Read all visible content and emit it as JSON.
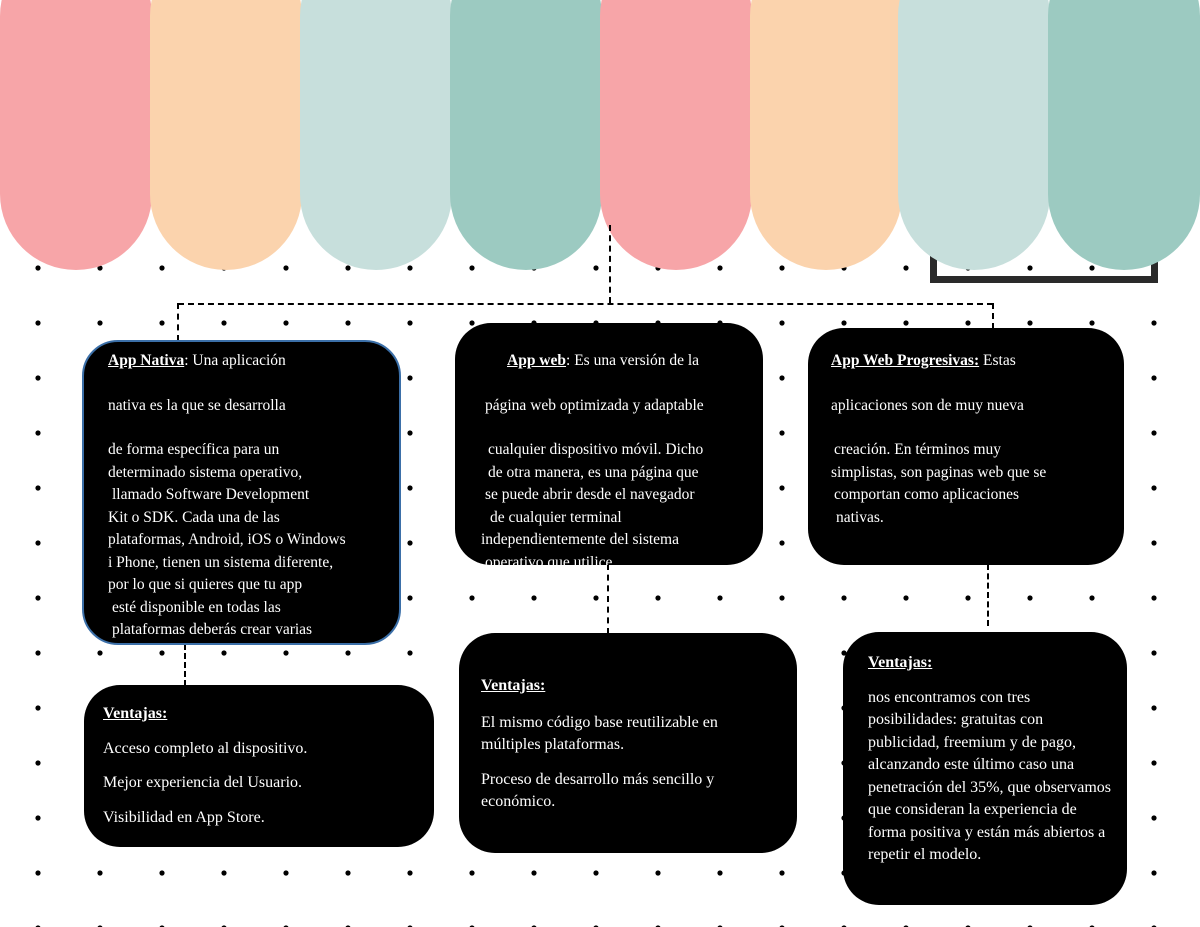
{
  "colors": {
    "pink": "#f7a5a8",
    "peach": "#fbd3ad",
    "light_teal": "#c7dfdc",
    "teal": "#9ccac1",
    "box": "#000000",
    "border": "#3b6fa8"
  },
  "pills": [
    "#f7a5a8",
    "#fbd3ad",
    "#c7dfdc",
    "#9ccac1",
    "#f7a5a8",
    "#fbd3ad",
    "#c7dfdc",
    "#9ccac1"
  ],
  "nativa": {
    "title": "App Nativa",
    "lines": [
      ": Una aplicación",
      "nativa es la que se desarrolla",
      "de forma específica para un",
      "determinado sistema operativo,",
      "llamado Software Development",
      "Kit o SDK. Cada una de las",
      "plataformas, Android, iOS o Windows",
      "i Phone, tienen un sistema diferente,",
      "por lo que si quieres que tu app",
      "esté disponible en todas las",
      "plataformas deberás crear varias"
    ]
  },
  "nativa_ventajas": {
    "title": "Ventajas:",
    "items": [
      "Acceso completo al dispositivo.",
      "Mejor experiencia del Usuario.",
      "Visibilidad en App Store."
    ]
  },
  "web": {
    "title": "App web",
    "lines": [
      ": Es una versión de la",
      "página web optimizada y adaptable",
      "cualquier dispositivo móvil. Dicho",
      "de otra manera, es una página que",
      "se puede abrir desde el navegador",
      "de cualquier terminal",
      "independientemente del sistema",
      "operativo que utilice."
    ]
  },
  "web_ventajas": {
    "title": "Ventajas:",
    "items": [
      "El mismo código base reutilizable en múltiples plataformas.",
      "Proceso de desarrollo más sencillo y económico."
    ]
  },
  "pwa": {
    "title": "App Web Progresivas:",
    "lines": [
      " Estas",
      "aplicaciones son de muy nueva",
      "creación. En términos muy",
      "simplistas, son paginas web que se",
      "comportan como aplicaciones",
      "nativas."
    ]
  },
  "pwa_ventajas": {
    "title": "Ventajas:",
    "text": "nos encontramos con tres posibilidades: gratuitas con publicidad, freemium y de pago, alcanzando este último caso una penetración del 35%, que observamos que consideran la experiencia de forma positiva y están más abiertos a repetir el modelo."
  }
}
